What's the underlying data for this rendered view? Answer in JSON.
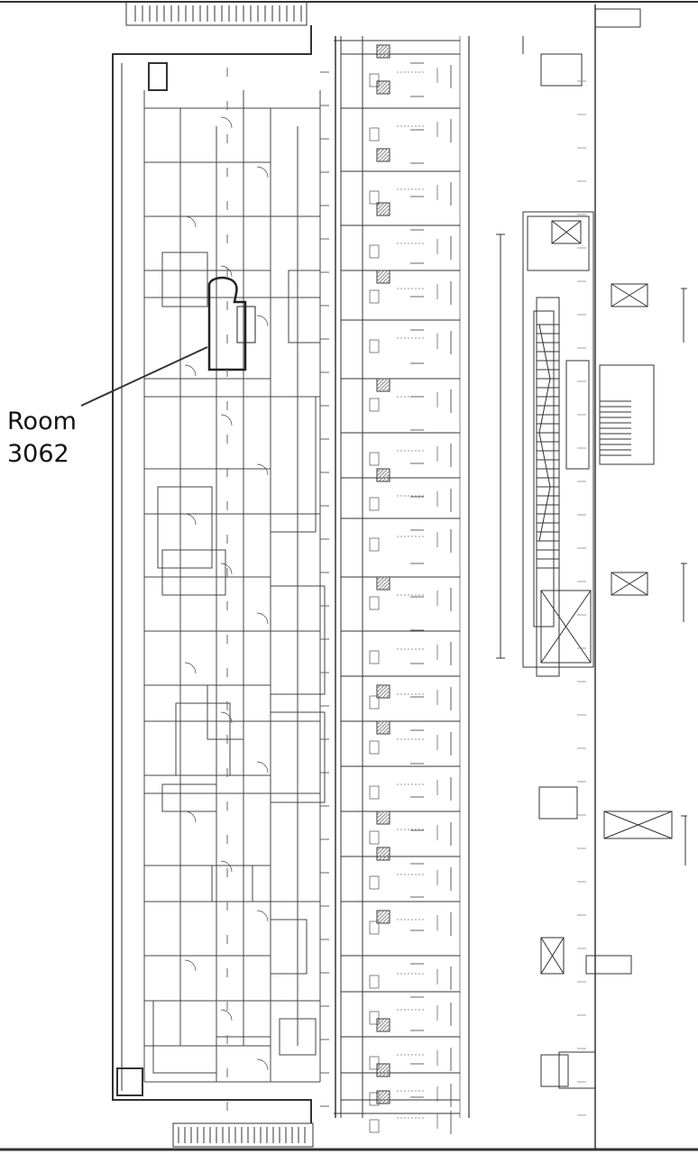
{
  "callout": {
    "line1": "Room",
    "line2": "3062",
    "highlight_color": "#333333"
  },
  "plan": {
    "orientation": "rotated-90",
    "stroke_color": "#444444",
    "hatch_color": "#888888"
  }
}
